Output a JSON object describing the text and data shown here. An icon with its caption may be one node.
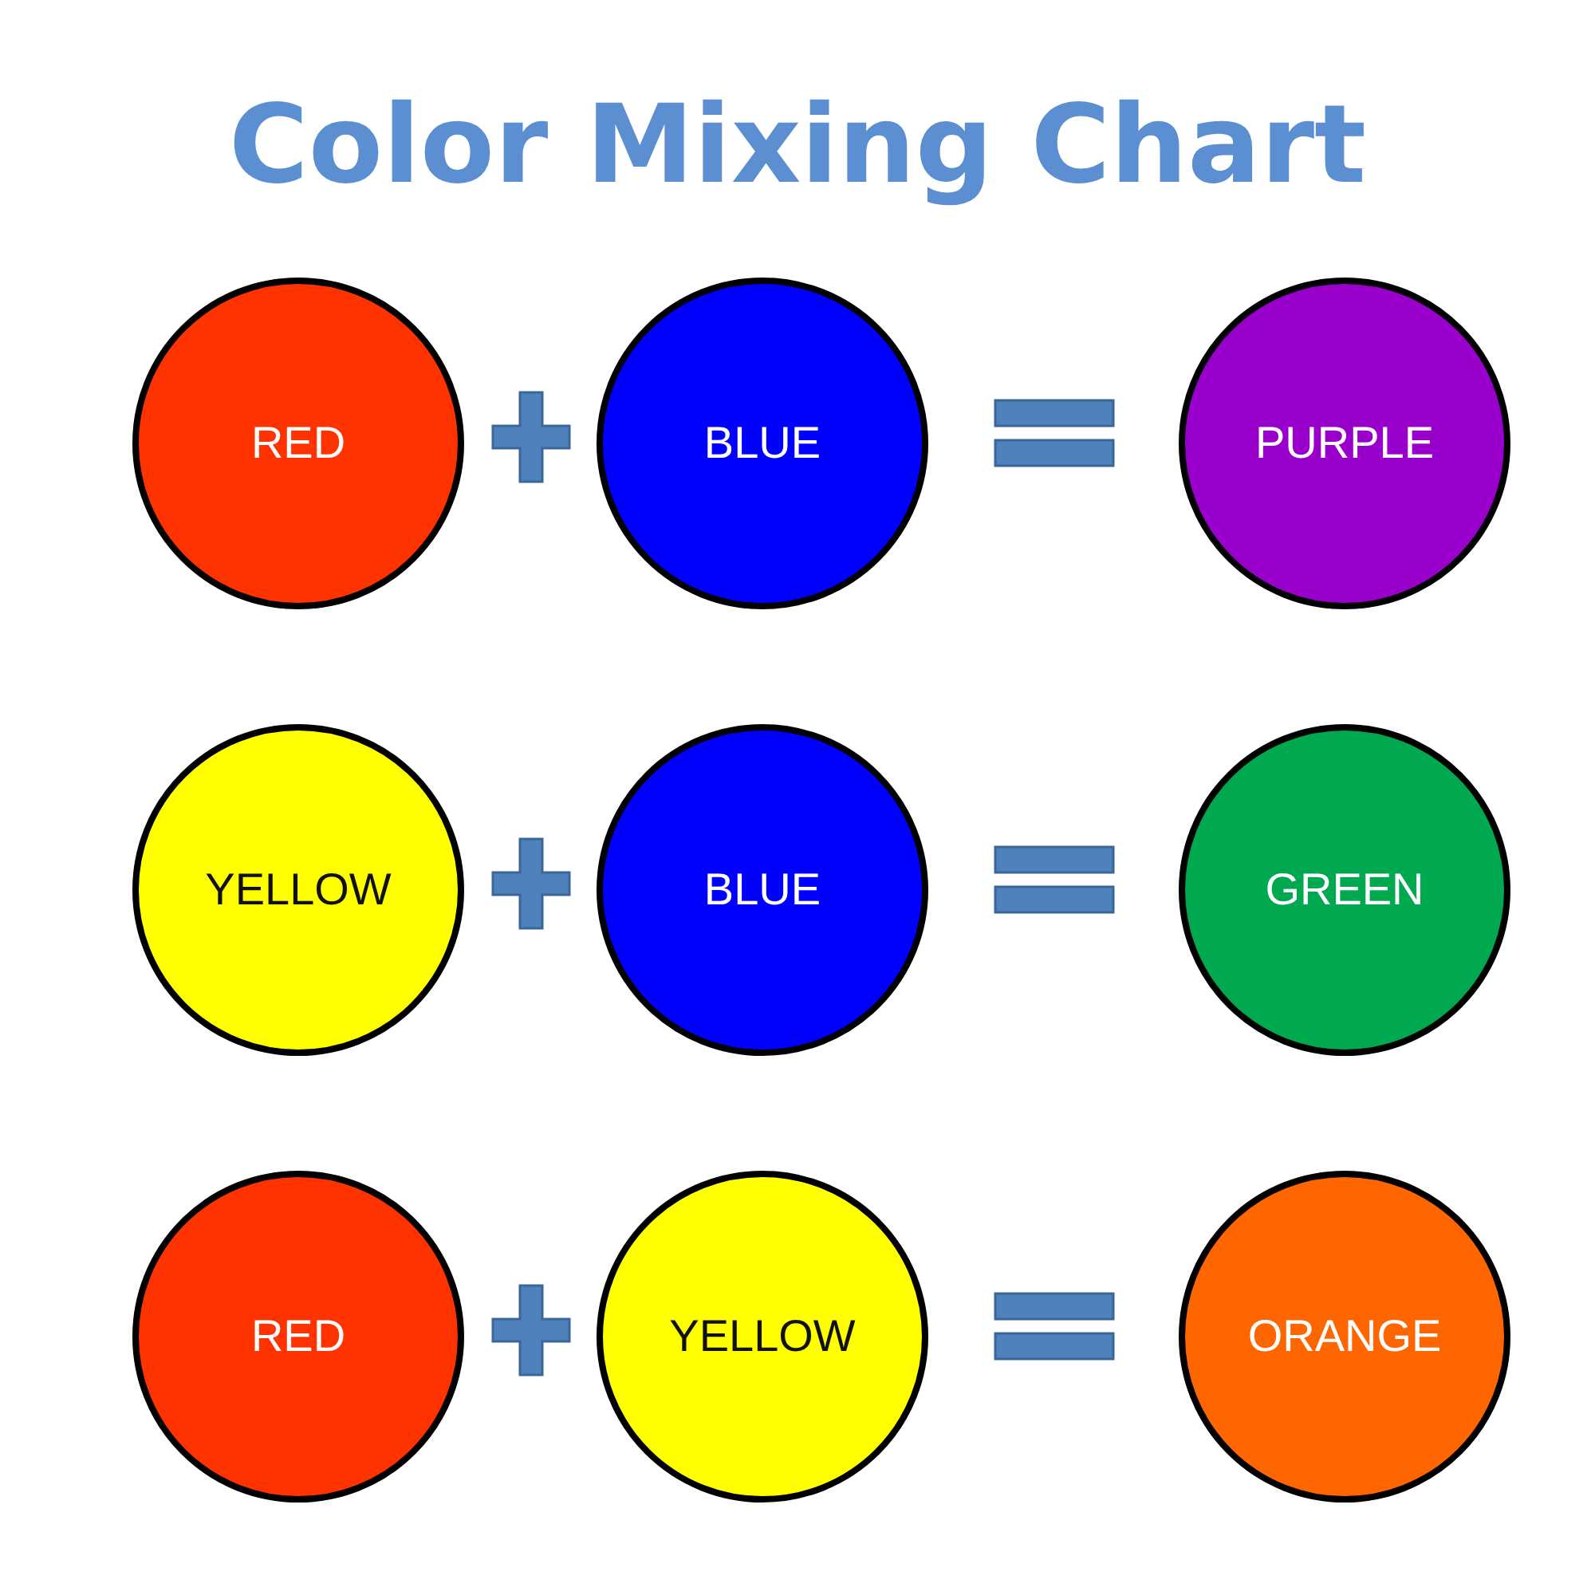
{
  "diagram": {
    "title": "Color Mixing Chart",
    "nodes": [
      {
        "text": [
          "RED"
        ]
      },
      {
        "text": [
          "BLUE"
        ]
      },
      {
        "text": [
          "PURPLE"
        ]
      },
      {
        "text": [
          "YELLOW"
        ]
      },
      {
        "text": [
          "BLUE"
        ]
      },
      {
        "text": [
          "GREEN"
        ]
      },
      {
        "text": [
          "RED"
        ]
      },
      {
        "text": [
          "YELLOW"
        ]
      },
      {
        "text": [
          "ORANGE"
        ]
      }
    ]
  }
}
